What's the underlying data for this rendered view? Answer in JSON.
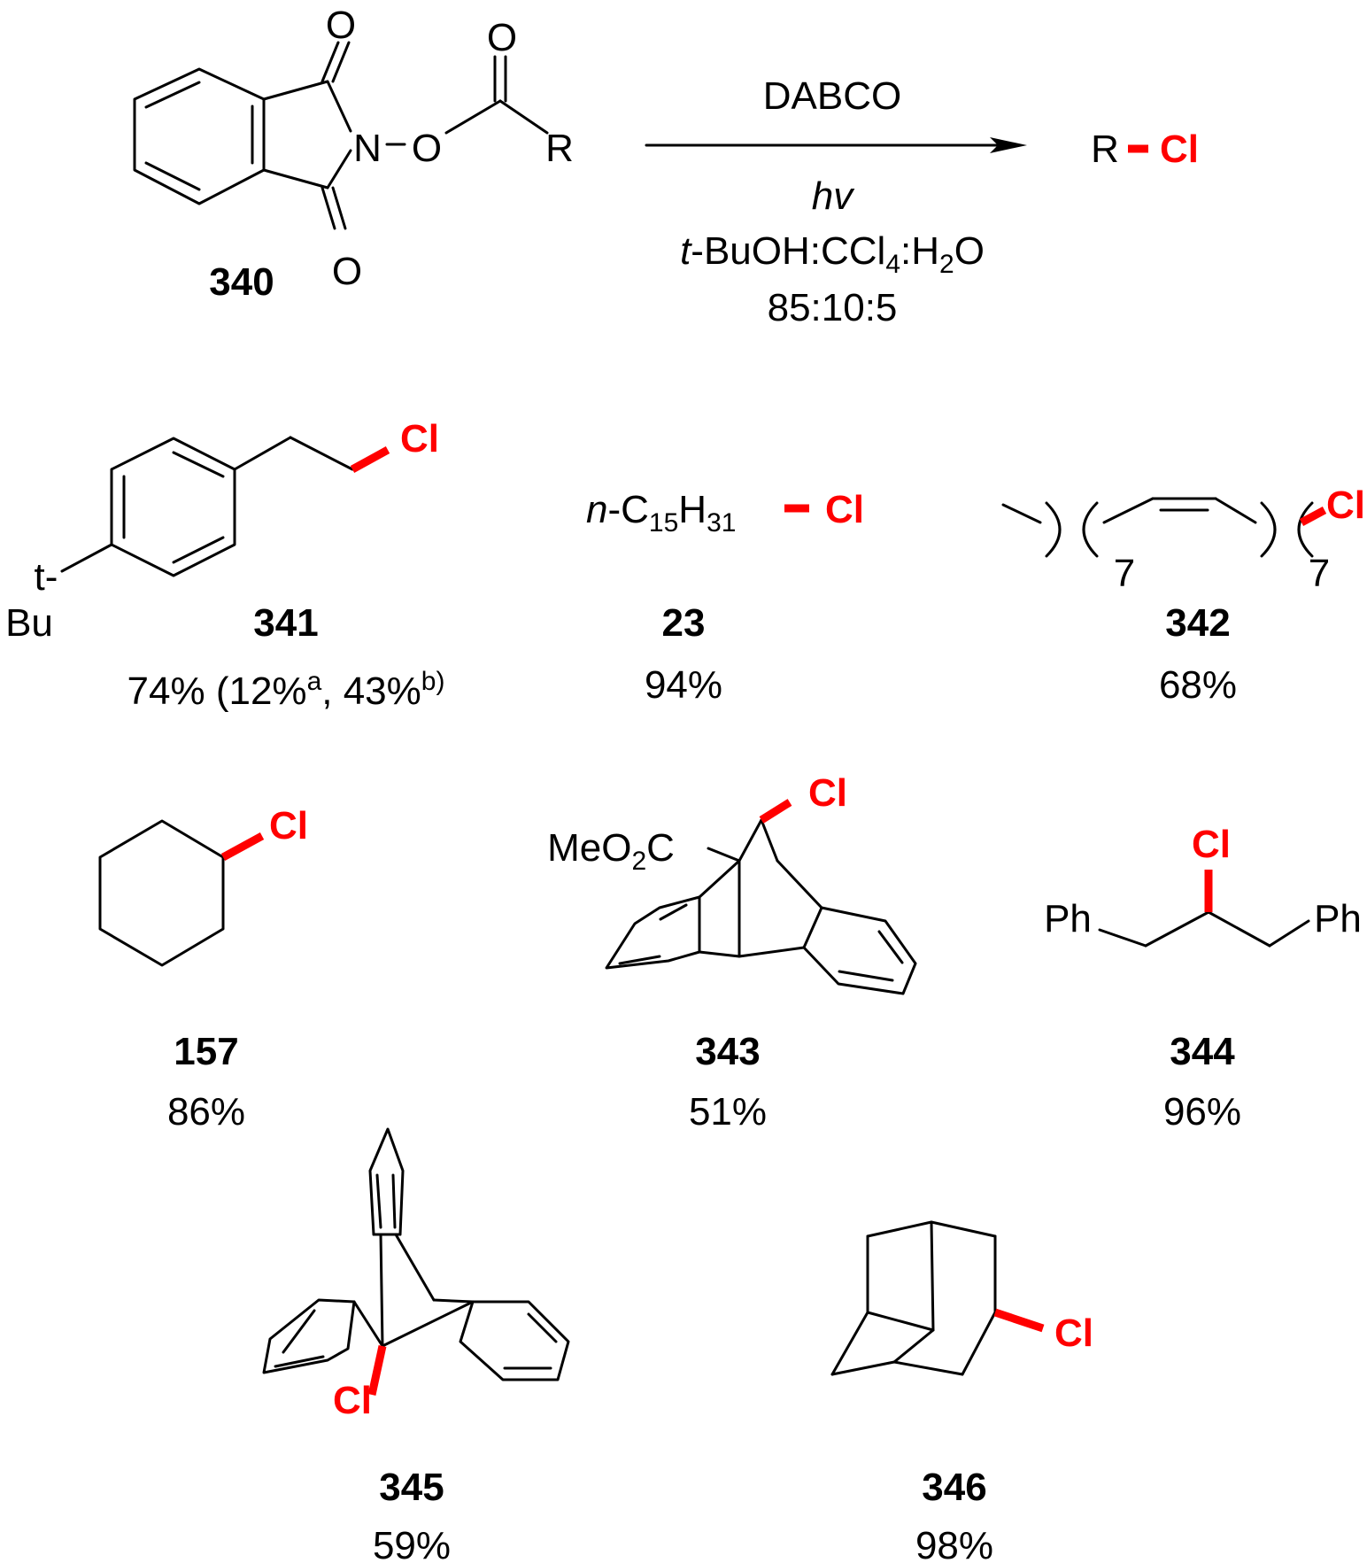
{
  "reagent": {
    "label": "340",
    "atoms": {
      "O_top": "O",
      "O_bottom": "O",
      "N": "N",
      "O_link": "O",
      "O_carbonyl": "O",
      "R": "R"
    }
  },
  "conditions": {
    "top": "DABCO",
    "light": "hv",
    "solvent_prefix": "t",
    "solvent_main": "-BuOH:CCl",
    "solvent_sub4": "4",
    "solvent_h2": ":H",
    "solvent_sub2": "2",
    "solvent_o": "O",
    "ratio": "85:10:5"
  },
  "product": {
    "r": "R",
    "cl": "Cl"
  },
  "compounds": [
    {
      "id": "341",
      "yield": "74% (12%",
      "note_a": "a",
      "mid": ", 43%",
      "note_b": "b)",
      "cl": "Cl",
      "tbu1": "t-",
      "tbu2": "Bu"
    },
    {
      "id": "23",
      "yield": "94%",
      "prefix": "n",
      "formula_c": "-C",
      "sub1": "15",
      "formula_h": "H",
      "sub2": "31",
      "cl": "Cl"
    },
    {
      "id": "342",
      "yield": "68%",
      "rep1": "7",
      "rep2": "7",
      "cl": "Cl"
    },
    {
      "id": "157",
      "yield": "86%",
      "cl": "Cl"
    },
    {
      "id": "343",
      "yield": "51%",
      "ester1": "MeO",
      "ester_sub": "2",
      "ester2": "C",
      "cl": "Cl"
    },
    {
      "id": "344",
      "yield": "96%",
      "ph1": "Ph",
      "ph2": "Ph",
      "cl": "Cl"
    },
    {
      "id": "345",
      "yield": "59%",
      "cl": "Cl"
    },
    {
      "id": "346",
      "yield": "98%",
      "cl": "Cl"
    }
  ],
  "colors": {
    "chlorine": "#ff0000",
    "bonds": "#000000"
  }
}
